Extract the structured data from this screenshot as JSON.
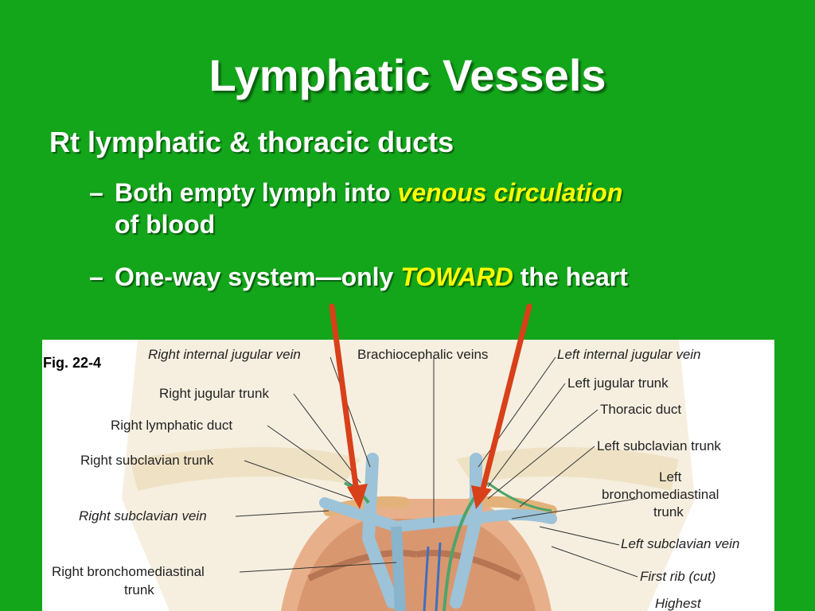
{
  "slide": {
    "title": "Lymphatic Vessels",
    "bullet": "Rt lymphatic & thoracic ducts",
    "sub1": {
      "dash": "–",
      "pre": "Both empty lymph into ",
      "highlight": "venous circulation",
      "post": "of blood"
    },
    "sub2": {
      "dash": "–",
      "pre": "One-way system—only ",
      "highlight": "TOWARD",
      "post": " the heart"
    },
    "highlight_color": "#ffff00",
    "arrow_color": "#d8401a"
  },
  "figure": {
    "label": "Fig. 22-4",
    "labels": {
      "right_internal_jugular_vein": "Right internal jugular vein",
      "brachiocephalic_veins": "Brachiocephalic veins",
      "left_internal_jugular_vein": "Left internal jugular vein",
      "right_jugular_trunk": "Right jugular trunk",
      "left_jugular_trunk": "Left jugular trunk",
      "right_lymphatic_duct": "Right lymphatic duct",
      "thoracic_duct": "Thoracic duct",
      "right_subclavian_trunk": "Right subclavian trunk",
      "left_subclavian_trunk": "Left subclavian trunk",
      "left_bronchomediastinal_1": "Left",
      "left_bronchomediastinal_2": "bronchomediastinal",
      "left_bronchomediastinal_3": "trunk",
      "right_subclavian_vein": "Right subclavian vein",
      "left_subclavian_vein": "Left subclavian vein",
      "right_bronchomediastinal_1": "Right bronchomediastinal",
      "right_bronchomediastinal_2": "trunk",
      "first_rib": "First rib (cut)",
      "highest": "Highest"
    }
  }
}
